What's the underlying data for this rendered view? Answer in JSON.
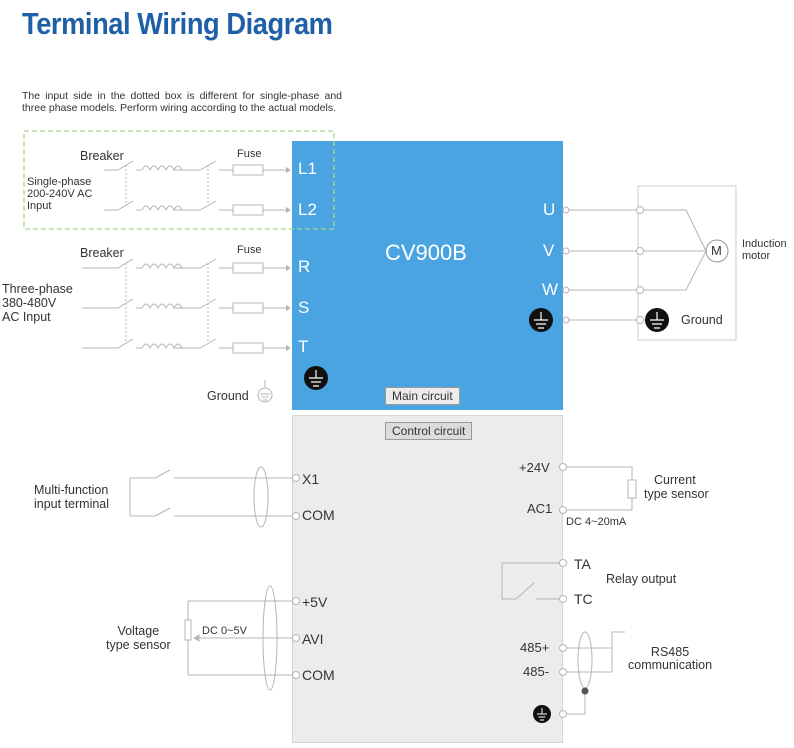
{
  "title": "Terminal Wiring Diagram",
  "note": "The input side in the dotted box is different for single-phase and three phase models. Perform wiring according to the actual models.",
  "model": "CV900B",
  "main_circuit_label": "Main circuit",
  "control_circuit_label": "Control circuit",
  "single_phase": {
    "breaker": "Breaker",
    "fuse": "Fuse",
    "input_lines": [
      "Single-phase",
      "200-240V AC",
      "Input"
    ]
  },
  "three_phase": {
    "breaker": "Breaker",
    "fuse": "Fuse",
    "input_lines": [
      "Three-phase",
      "380-480V",
      "AC Input"
    ]
  },
  "input_terminals": [
    "L1",
    "L2",
    "R",
    "S",
    "T"
  ],
  "output_terminals": [
    "U",
    "V",
    "W"
  ],
  "ground_left": "Ground",
  "ground_right": "Ground",
  "motor_symbol": "M",
  "motor_label": [
    "Induction",
    "motor"
  ],
  "control_left": {
    "multi_function_label": [
      "Multi-function",
      "input terminal"
    ],
    "x1": "X1",
    "com1": "COM",
    "plus5v": "+5V",
    "avi": "AVI",
    "com2": "COM",
    "voltage_sensor_label": [
      "Voltage",
      "type sensor"
    ],
    "dc_voltage": "DC  0~5V"
  },
  "control_right": {
    "plus24v": "+24V",
    "ac1": "AC1",
    "dc_current": "DC 4~20mA",
    "current_sensor_label": [
      "Current",
      "type sensor"
    ],
    "ta": "TA",
    "tc": "TC",
    "relay_output": "Relay output",
    "rs485p": "485+",
    "rs485n": "485-",
    "rs485_label": [
      "RS485",
      "communication"
    ]
  },
  "colors": {
    "title": "#1e5fa6",
    "main_circuit": "#4ba4e2",
    "control_circuit": "#ececec",
    "dotted_box": "#a8d88c"
  }
}
